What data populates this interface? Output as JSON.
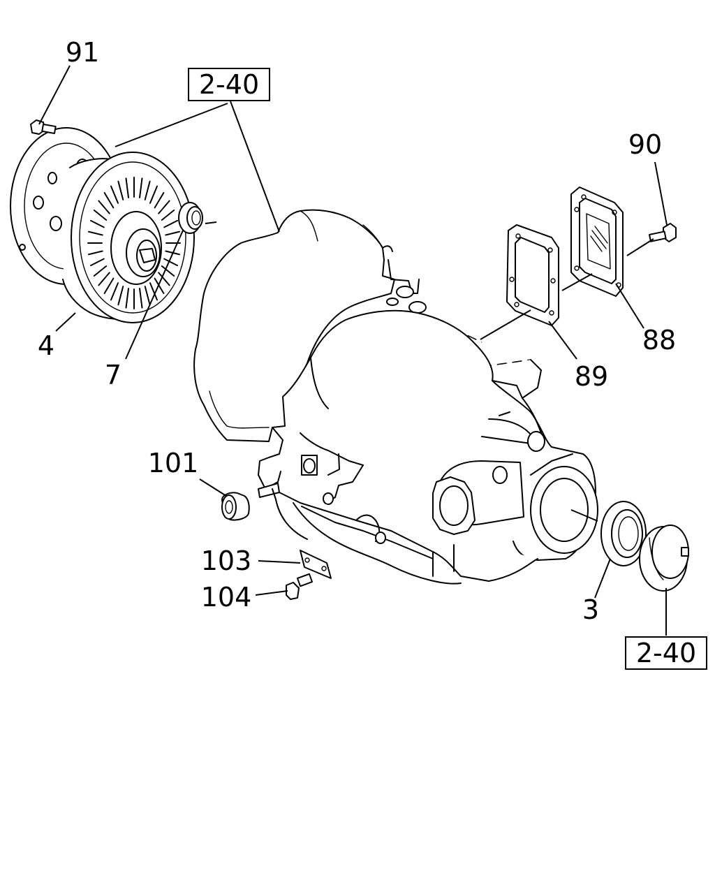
{
  "references": {
    "top": "2-40",
    "bottom": "2-40"
  },
  "callouts": {
    "c91": "91",
    "c90": "90",
    "c4": "4",
    "c7": "7",
    "c89": "89",
    "c88": "88",
    "c101": "101",
    "c103": "103",
    "c104": "104",
    "c3": "3"
  }
}
